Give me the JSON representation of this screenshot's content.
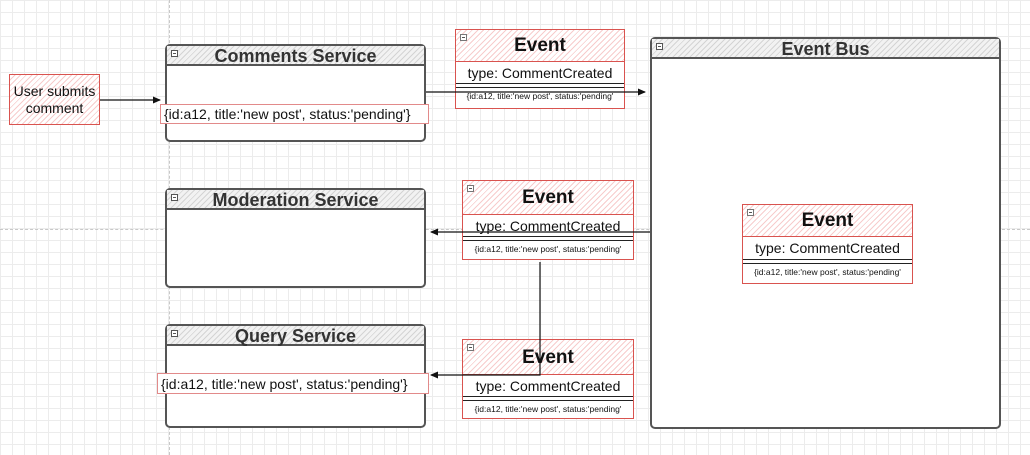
{
  "user_action": {
    "label": "User submits comment"
  },
  "comments_service": {
    "title": "Comments Service",
    "record": "{id:a12, title:'new post', status:'pending'}"
  },
  "moderation_service": {
    "title": "Moderation Service"
  },
  "query_service": {
    "title": "Query Service",
    "record": "{id:a12, title:'new post', status:'pending'}"
  },
  "event_bus": {
    "title": "Event Bus"
  },
  "events": {
    "to_bus": {
      "title": "Event",
      "type": "type: CommentCreated",
      "payload": "{id:a12, title:'new post', status:'pending'"
    },
    "in_bus": {
      "title": "Event",
      "type": "type: CommentCreated",
      "payload": "{id:a12, title:'new post', status:'pending'"
    },
    "to_moderation": {
      "title": "Event",
      "type": "type: CommentCreated",
      "payload": "{id:a12, title:'new post', status:'pending'"
    },
    "to_query": {
      "title": "Event",
      "type": "type: CommentCreated",
      "payload": "{id:a12, title:'new post', status:'pending'"
    }
  },
  "colors": {
    "event_border": "#d9534f",
    "service_border": "#555555",
    "grid": "#ececec"
  }
}
